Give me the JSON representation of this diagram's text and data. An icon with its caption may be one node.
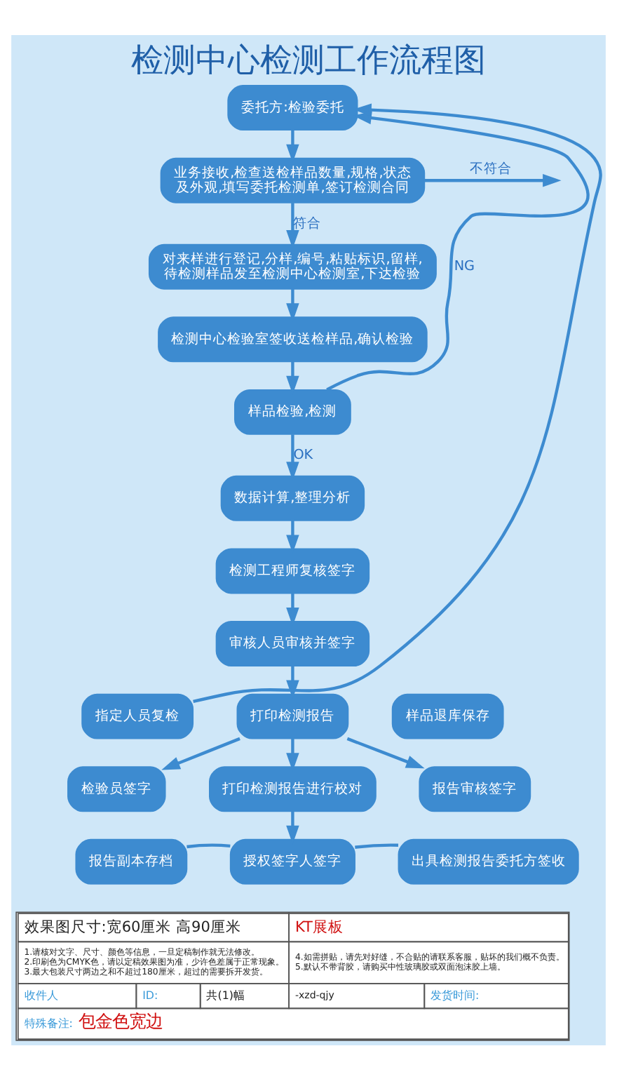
{
  "diagram": {
    "title": "检测中心检测工作流程图",
    "nodes": [
      {
        "text": [
          "委托方:检验委托"
        ]
      },
      {
        "text": [
          "业务接收,检查送检样品数量,规格,状态及外观,填写委托检测单,签订检测合同"
        ]
      },
      {
        "text": [
          "对来样进行登记,分样,编号,粘贴标识,留样,待检测样品发至检测中心检测室,下达检验"
        ]
      },
      {
        "text": [
          "检测中心检验室签收送检样品,确认检验"
        ]
      },
      {
        "text": [
          "样品检验,检测"
        ]
      },
      {
        "text": [
          "数据计算,整理分析"
        ]
      },
      {
        "text": [
          "检测工程师复核签字"
        ]
      },
      {
        "text": [
          "审核人员审核并签字"
        ]
      },
      {
        "text": [
          "指定人员复检"
        ]
      },
      {
        "text": [
          "打印检测报告"
        ]
      },
      {
        "text": [
          "样品退库保存"
        ]
      },
      {
        "text": [
          "检验员签字"
        ]
      },
      {
        "text": [
          "打印检测报告进行校对"
        ]
      },
      {
        "text": [
          "报告审核签字"
        ]
      },
      {
        "text": [
          "报告副本存档"
        ]
      },
      {
        "text": [
          "授权签字人签字"
        ]
      },
      {
        "text": [
          "出具检测报告委托方签收"
        ]
      }
    ],
    "edges": [
      {
        "from": 0,
        "to": 1,
        "arrow": "to"
      },
      {
        "from": 1,
        "to": 2,
        "label": "符合",
        "arrow": "to"
      },
      {
        "from": 1,
        "to": null,
        "label": "不符合",
        "arrow": "to"
      },
      {
        "from": 2,
        "to": 3,
        "arrow": "to"
      },
      {
        "from": 3,
        "to": 4,
        "arrow": "to"
      },
      {
        "from": 4,
        "to": 5,
        "label": "OK",
        "arrow": "to"
      },
      {
        "from": 4,
        "to": 0,
        "label": "NG",
        "arrow": "to"
      },
      {
        "from": 8,
        "to": 0,
        "arrow": "to"
      },
      {
        "from": 5,
        "to": 6,
        "arrow": "to"
      },
      {
        "from": 6,
        "to": 7,
        "arrow": "to"
      },
      {
        "from": 7,
        "to": 9,
        "arrow": "to"
      },
      {
        "from": 9,
        "to": 11,
        "arrow": "to"
      },
      {
        "from": 9,
        "to": 12,
        "arrow": "to"
      },
      {
        "from": 9,
        "to": 13,
        "arrow": "to"
      },
      {
        "from": 12,
        "to": 15,
        "arrow": "to"
      },
      {
        "from": 14,
        "to": 15,
        "arrow": "none"
      },
      {
        "from": 15,
        "to": 16,
        "arrow": "none"
      }
    ],
    "labels": [
      "效果图尺寸:宽60厘米 高90厘米",
      "KT展板",
      "1.请核对文字、尺寸、颜色等信息，一旦定稿制作就无法修改。",
      "4.如需拼贴，请先对好缝，不合贴的请联系客服，贴坏的我们概不负责。",
      "2.印刷色为CMYK色，请以定稿效果图为准，少许色差属于正常现象。",
      "3.最大包装尺寸两边之和不超过180厘米，超过的需要拆开发货。",
      "5.默认不带背胶，请购买中性玻璃胶或双面泡沫胶上墙。",
      "收件人",
      "ID:",
      "共(1)幅",
      "-xzd-qjy",
      "发货时间:",
      "特殊备注:",
      "包金色宽边"
    ]
  }
}
